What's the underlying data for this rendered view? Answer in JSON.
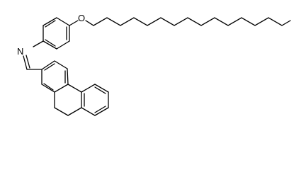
{
  "molecule": {
    "atoms": [
      {
        "element": "O",
        "label": "O"
      },
      {
        "element": "N",
        "label": "N"
      }
    ]
  }
}
